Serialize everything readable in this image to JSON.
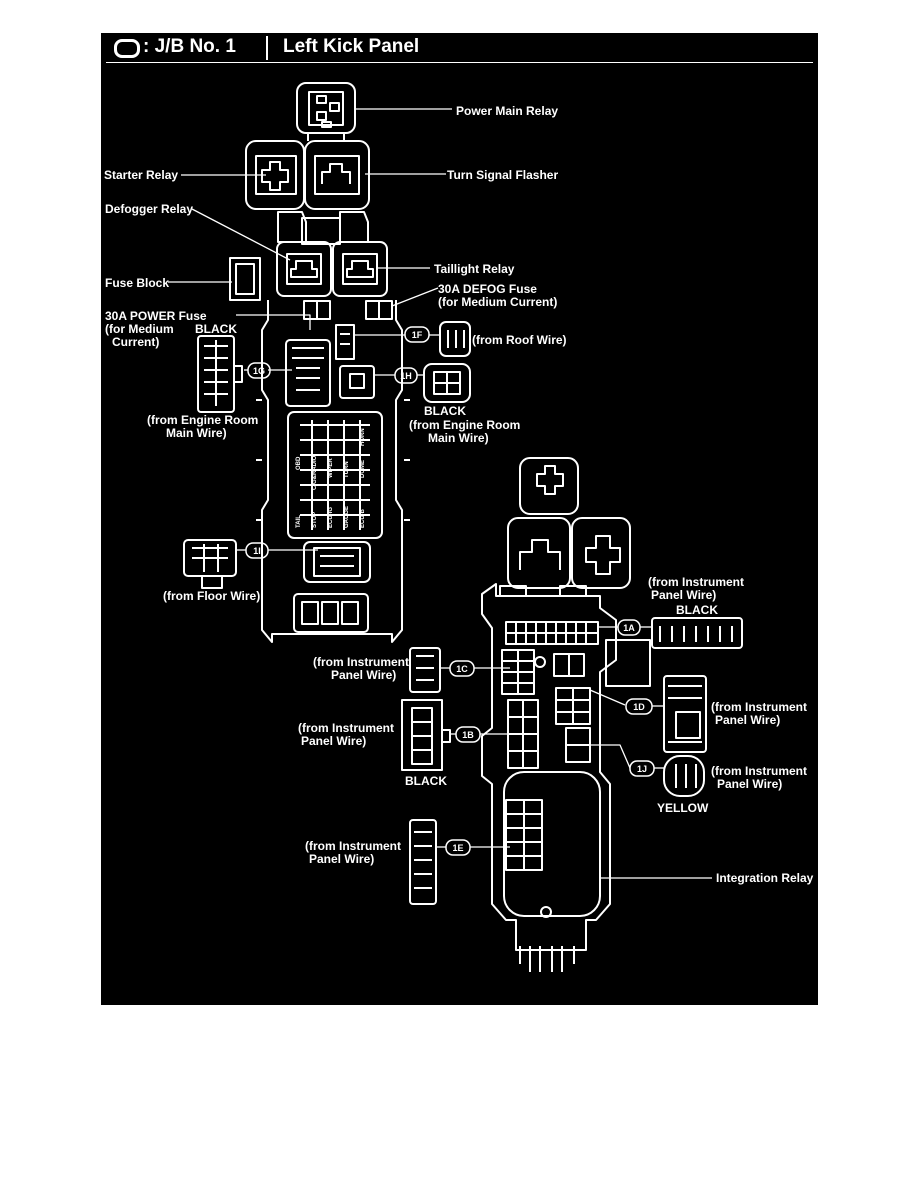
{
  "header": {
    "title": "J/B No. 1",
    "location": "Left Kick Panel",
    "connector_icon": "connector-outline-icon"
  },
  "labels": {
    "power_main_relay": "Power Main Relay",
    "starter_relay": "Starter Relay",
    "turn_signal_flasher": "Turn Signal Flasher",
    "defogger_relay": "Defogger Relay",
    "taillight_relay": "Taillight Relay",
    "fuse_block": "Fuse Block",
    "defog_fuse_1": "30A DEFOG Fuse",
    "defog_fuse_2": "(for Medium Current)",
    "power_fuse_1": "30A POWER Fuse",
    "power_fuse_2": "(for Medium",
    "power_fuse_3": "Current)",
    "black_g": "BLACK",
    "roof_wire": "(from Roof Wire)",
    "engine_room_left_1": "(from Engine Room",
    "engine_room_left_2": "Main Wire)",
    "black_h": "BLACK",
    "engine_room_right_1": "(from Engine Room",
    "engine_room_right_2": "Main Wire)",
    "floor_wire": "(from Floor Wire)",
    "ip_a_1": "(from Instrument",
    "ip_a_2": "Panel Wire)",
    "black_a": "BLACK",
    "ip_c_1": "(from Instrument",
    "ip_c_2": "Panel Wire)",
    "ip_b_1": "(from Instrument",
    "ip_b_2": "Panel Wire)",
    "black_b": "BLACK",
    "ip_d_1": "(from Instrument",
    "ip_d_2": "Panel Wire)",
    "ip_j_1": "(from Instrument",
    "ip_j_2": "Panel Wire)",
    "yellow_j": "YELLOW",
    "ip_e_1": "(from Instrument",
    "ip_e_2": "Panel Wire)",
    "integration_relay": "Integration Relay"
  },
  "connector_codes": {
    "1A": "1A",
    "1B": "1B",
    "1C": "1C",
    "1D": "1D",
    "1E": "1E",
    "1F": "1F",
    "1G": "1G",
    "1H": "1H",
    "1I": "1I",
    "1J": "1J"
  },
  "fuses": [
    "TAIL",
    "OBD",
    "STOP",
    "CIG&RADIO",
    "ECU-IG",
    "WIPER",
    "GAUGE",
    "TURN",
    "ECU-B",
    "DOME",
    "HORN"
  ]
}
